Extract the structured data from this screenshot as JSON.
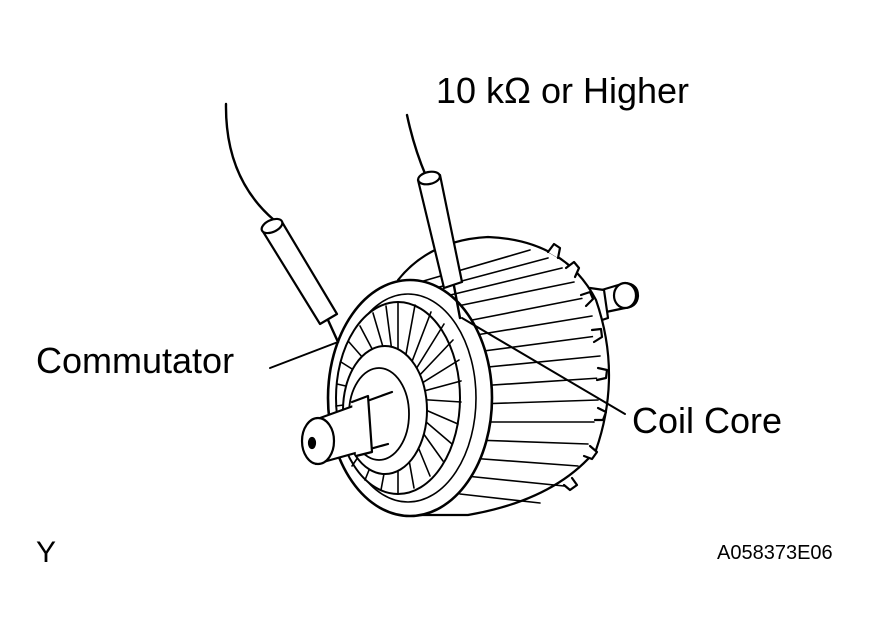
{
  "labels": {
    "meter_reading": "10 kΩ or Higher",
    "commutator": "Commutator",
    "coil_core": "Coil Core",
    "view_letter": "Y",
    "figure_code": "A058373E06"
  }
}
